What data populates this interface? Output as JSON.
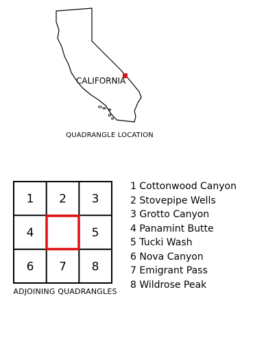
{
  "location_map": {
    "state_label": "CALIFORNIA",
    "caption": "QUADRANGLE LOCATION",
    "marker_color": "#cc1a1a"
  },
  "adjoining": {
    "caption": "ADJOINING QUADRANGLES",
    "highlight_color": "#e01010",
    "cells": [
      "1",
      "2",
      "3",
      "4",
      "",
      "5",
      "6",
      "7",
      "8"
    ],
    "legend": [
      "1 Cottonwood Canyon",
      "2 Stovepipe Wells",
      "3 Grotto Canyon",
      "4 Panamint Butte",
      "5 Tucki Wash",
      "6 Nova Canyon",
      "7 Emigrant Pass",
      "8 Wildrose Peak"
    ]
  }
}
